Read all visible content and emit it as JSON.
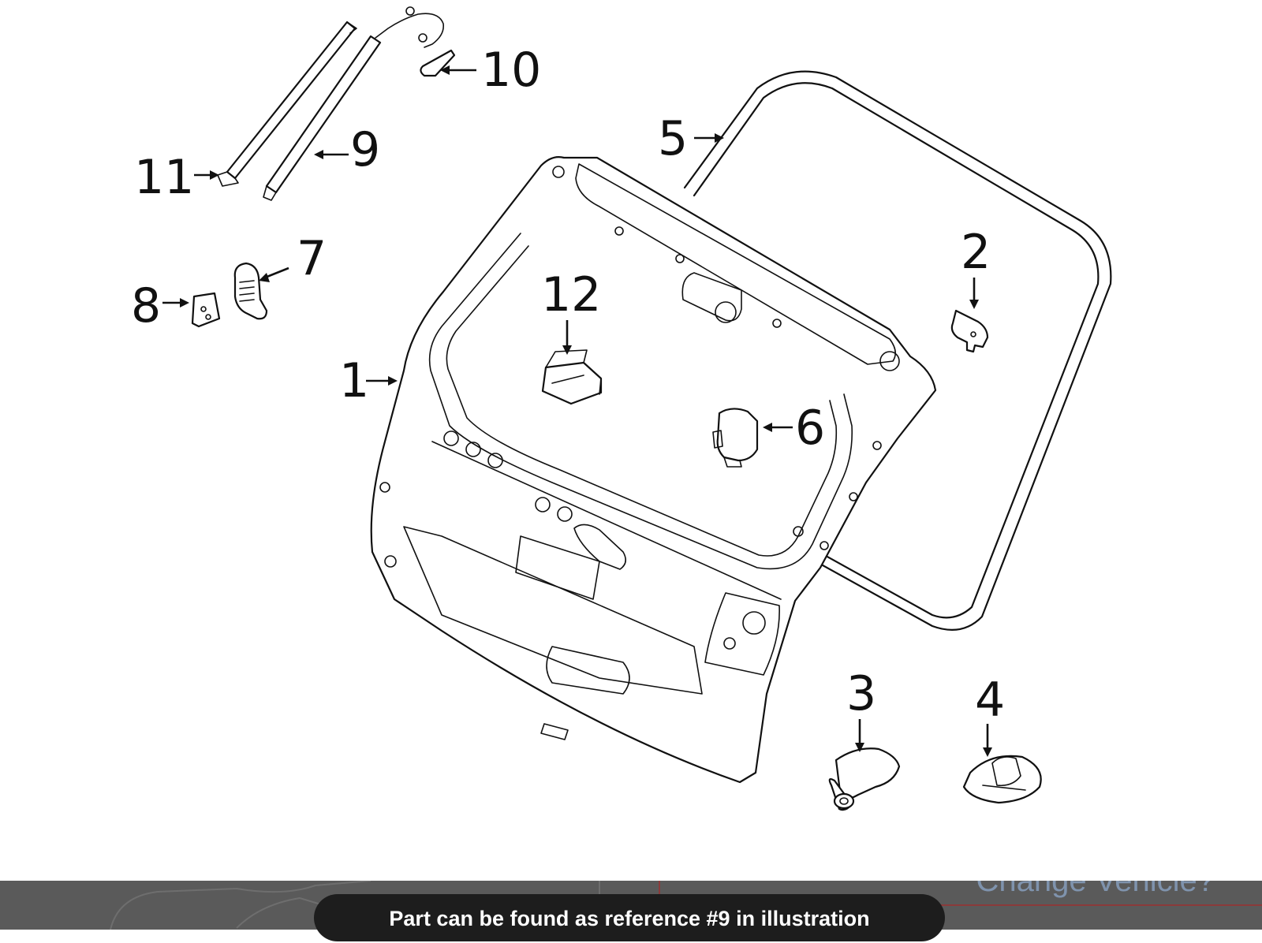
{
  "diagram": {
    "callouts": [
      {
        "id": "1",
        "label": "1"
      },
      {
        "id": "2",
        "label": "2"
      },
      {
        "id": "3",
        "label": "3"
      },
      {
        "id": "4",
        "label": "4"
      },
      {
        "id": "5",
        "label": "5"
      },
      {
        "id": "6",
        "label": "6"
      },
      {
        "id": "7",
        "label": "7"
      },
      {
        "id": "8",
        "label": "8"
      },
      {
        "id": "9",
        "label": "9"
      },
      {
        "id": "10",
        "label": "10"
      },
      {
        "id": "11",
        "label": "11"
      },
      {
        "id": "12",
        "label": "12"
      }
    ]
  },
  "bottom_bar": {
    "ghost_link": "Change Vehicle?"
  },
  "toast": {
    "message": "Part can be found as reference #9 in illustration"
  },
  "colors": {
    "line": "#111111",
    "bar": "#5a5a5a",
    "toast_bg": "#1d1d1d",
    "toast_text": "#ffffff",
    "ghost_link": "#7f93ad",
    "ghost_rule": "#8b3a3a"
  }
}
